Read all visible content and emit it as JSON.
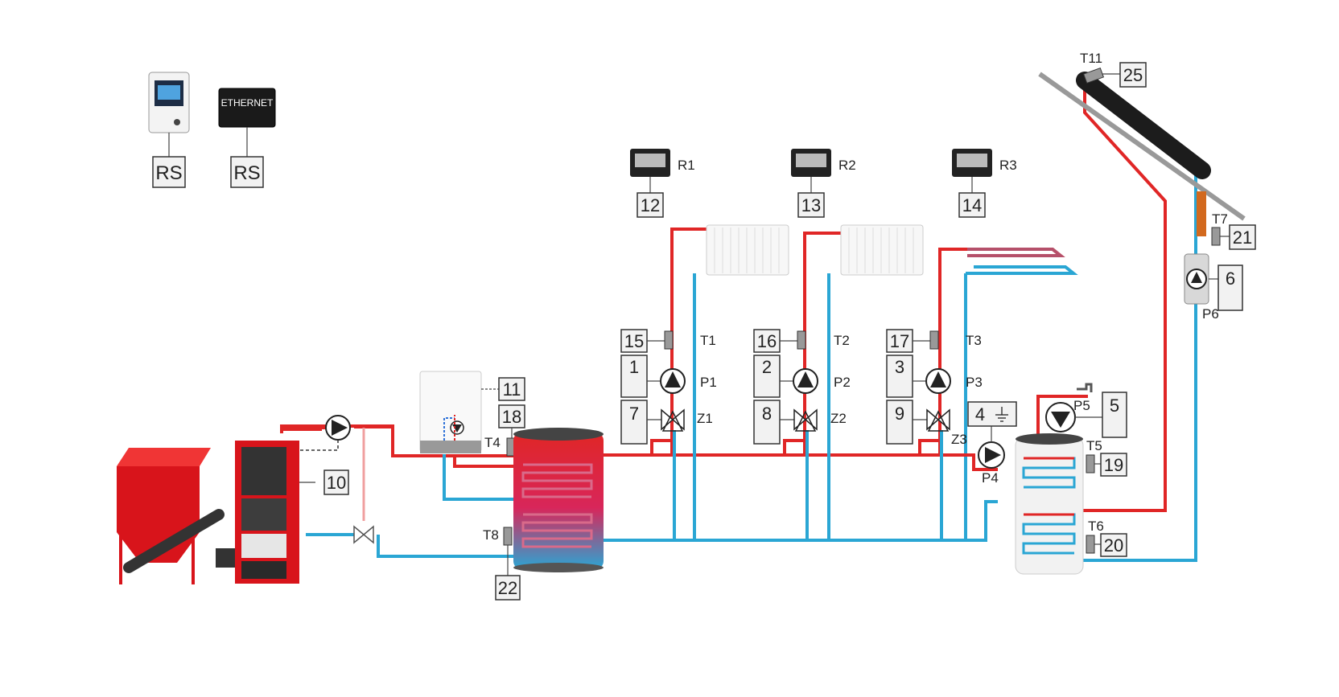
{
  "controllers": {
    "panel_rs_label": "RS",
    "ethernet_module_text": "ETHERNET",
    "ethernet_rs_label": "RS"
  },
  "rooms": [
    {
      "name": "R1",
      "terminal": "12"
    },
    {
      "name": "R2",
      "terminal": "13"
    },
    {
      "name": "R3",
      "terminal": "14"
    }
  ],
  "circuits": [
    {
      "sensor": "T1",
      "sensor_terminal": "15",
      "pump": "P1",
      "pump_terminal": "1",
      "valve": "Z1",
      "valve_terminal": "7"
    },
    {
      "sensor": "T2",
      "sensor_terminal": "16",
      "pump": "P2",
      "pump_terminal": "2",
      "valve": "Z2",
      "valve_terminal": "8"
    },
    {
      "sensor": "T3",
      "sensor_terminal": "17",
      "pump": "P3",
      "pump_terminal": "3",
      "valve": "Z3",
      "valve_terminal": "9"
    }
  ],
  "boiler": {
    "terminal": "10"
  },
  "gas_boiler": {
    "terminal": "11",
    "sensor": "T4",
    "sensor_terminal": "18"
  },
  "buffer": {
    "sensor": "T8",
    "sensor_terminal": "22"
  },
  "dhw": {
    "pump4": "P4",
    "pump4_terminal": "4",
    "pump5": "P5",
    "pump5_terminal": "5",
    "sensor_top": "T5",
    "sensor_top_terminal": "19",
    "sensor_bottom": "T6",
    "sensor_bottom_terminal": "20"
  },
  "solar": {
    "collector_sensor": "T11",
    "collector_terminal": "25",
    "return_sensor": "T7",
    "return_terminal": "21",
    "pump": "P6",
    "pump_terminal": "6"
  },
  "colors": {
    "hot": "#e02626",
    "cold": "#2aa6d4",
    "boiler_red": "#d8141b"
  }
}
